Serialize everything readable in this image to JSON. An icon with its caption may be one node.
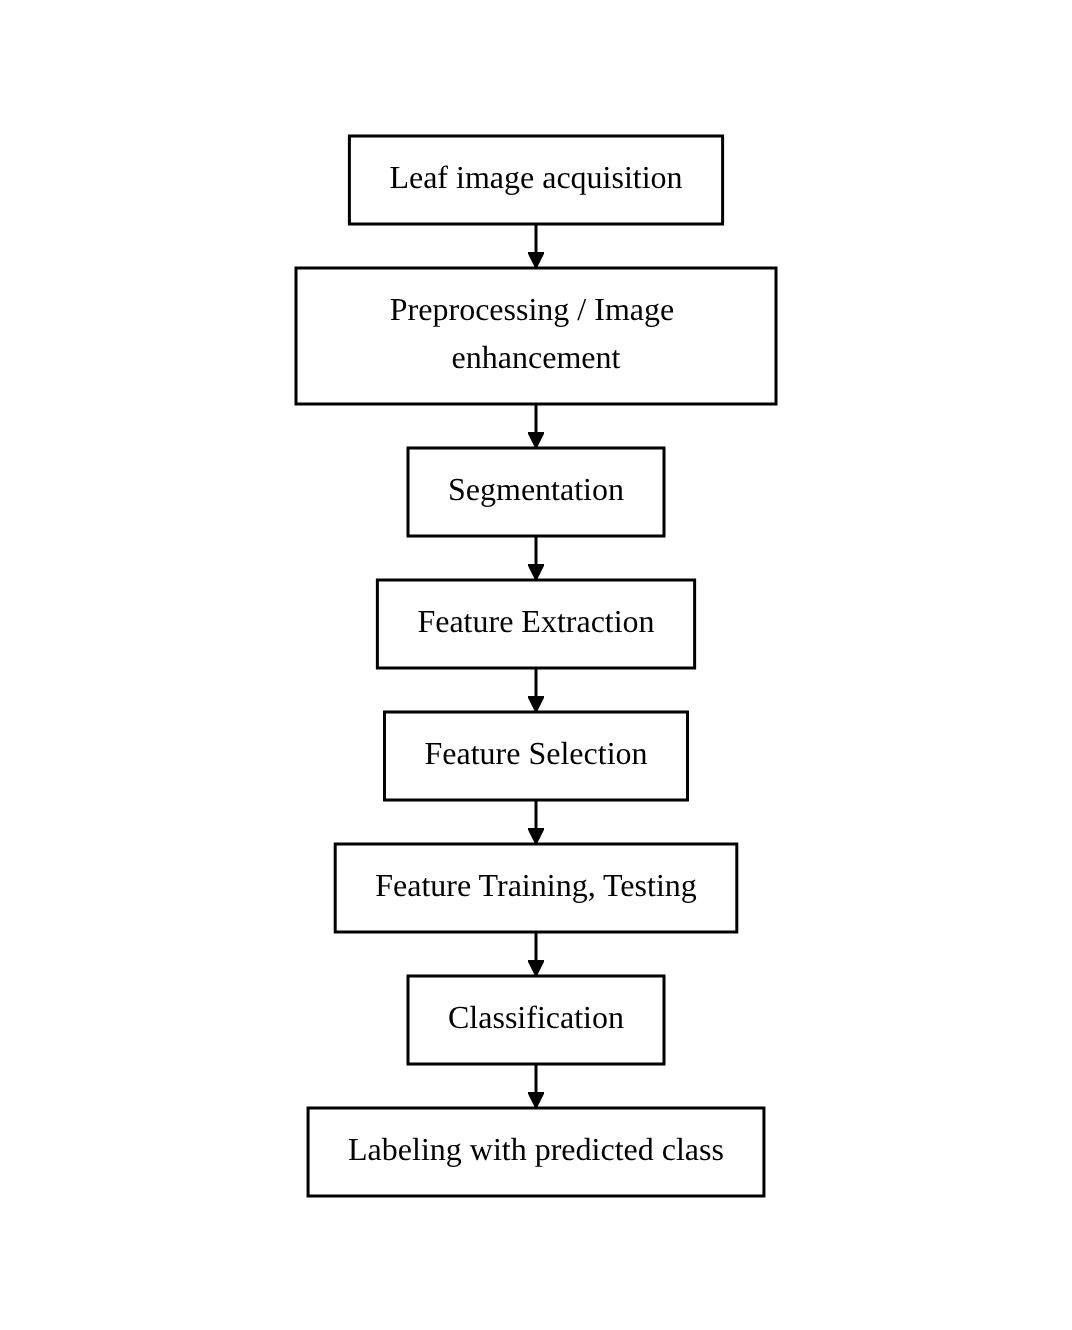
{
  "diagram": {
    "nodes": [
      {
        "text": [
          "Leaf image acquisition"
        ]
      },
      {
        "text": [
          "Preprocessing / Image enhancement"
        ]
      },
      {
        "text": [
          "Segmentation"
        ]
      },
      {
        "text": [
          "Feature Extraction"
        ]
      },
      {
        "text": [
          "Feature Selection"
        ]
      },
      {
        "text": [
          "Feature Training, Testing"
        ]
      },
      {
        "text": [
          "Classification"
        ]
      },
      {
        "text": [
          "Labeling with predicted class"
        ]
      }
    ],
    "edges": [
      {
        "from": 0,
        "to": 1,
        "arrow": "to"
      },
      {
        "from": 1,
        "to": 2,
        "arrow": "to"
      },
      {
        "from": 2,
        "to": 3,
        "arrow": "to"
      },
      {
        "from": 3,
        "to": 4,
        "arrow": "to"
      },
      {
        "from": 4,
        "to": 5,
        "arrow": "to"
      },
      {
        "from": 5,
        "to": 6,
        "arrow": "to"
      },
      {
        "from": 6,
        "to": 7,
        "arrow": "to"
      }
    ]
  }
}
